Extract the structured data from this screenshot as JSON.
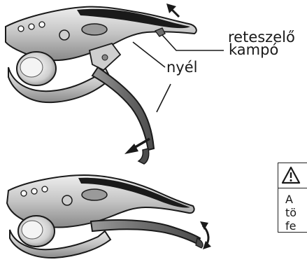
{
  "callouts": {
    "latch_hook_line1": "reteszelő",
    "latch_hook_line2": "kampó",
    "handle": "nyél"
  },
  "warning": {
    "icon": "warning-triangle-icon",
    "text_lines": [
      "A",
      "tö",
      "fe"
    ]
  },
  "colors": {
    "ink": "#1a1a1a",
    "metal_light": "#d6d6d6",
    "metal_mid": "#a9a9a9",
    "metal_dark": "#6e6e6e",
    "grip": "#7a7a7a"
  }
}
